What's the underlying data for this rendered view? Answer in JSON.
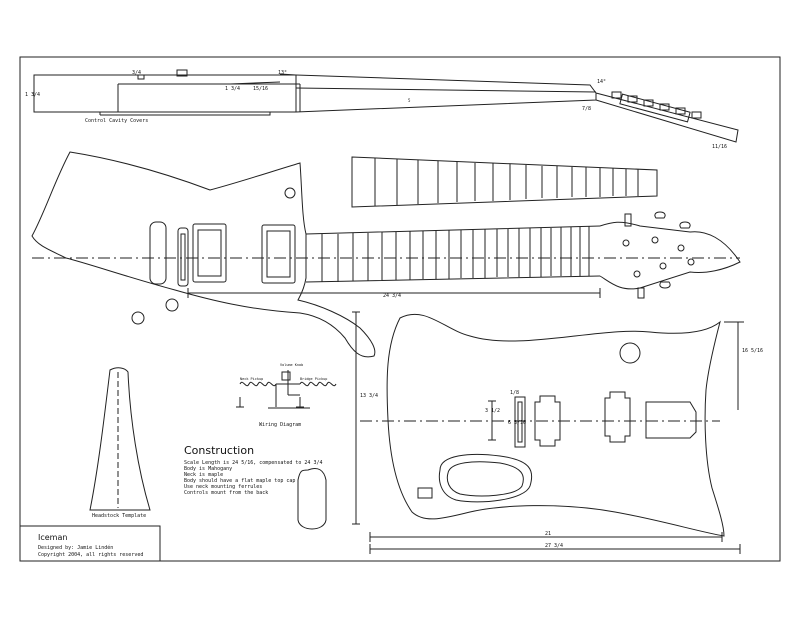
{
  "title_block": {
    "title": "Iceman",
    "designer": "Designed by: Jamie Lindén",
    "copyright": "Copyright 2004, all rights reserved"
  },
  "construction": {
    "heading": "Construction",
    "notes": [
      "Scale Length is 24 5/16, compensated to 24 3/4",
      "Body is Mahogany",
      "Neck is maple",
      "Body should have a flat maple top cap",
      "Use neck mounting ferrules",
      "Controls mount from the back"
    ]
  },
  "labels": {
    "control_cavity": "Control Cavity Covers",
    "wiring": "Wiring Diagram",
    "headstock_template": "Headstock Template",
    "neck_pickup": "Neck Pickup",
    "bridge_pickup": "Bridge Pickup",
    "volume": "Volume Knob"
  },
  "dimensions": {
    "d1": "1 3/4",
    "d2": "3/4",
    "d3": "1 3/4",
    "d4": "15/16",
    "d5": "13°",
    "d6": "14°",
    "d7": "5",
    "d8": "7/8",
    "d9": "11/16",
    "d10": "24 3/4",
    "d11": "16 5/16",
    "d12": "13 3/4",
    "d13": "3 1/2",
    "d14": "1/8",
    "d15": "6 3/16",
    "d16": "21",
    "d17": "27 3/4"
  },
  "colors": {
    "line": "#222222",
    "paper": "#ffffff"
  }
}
